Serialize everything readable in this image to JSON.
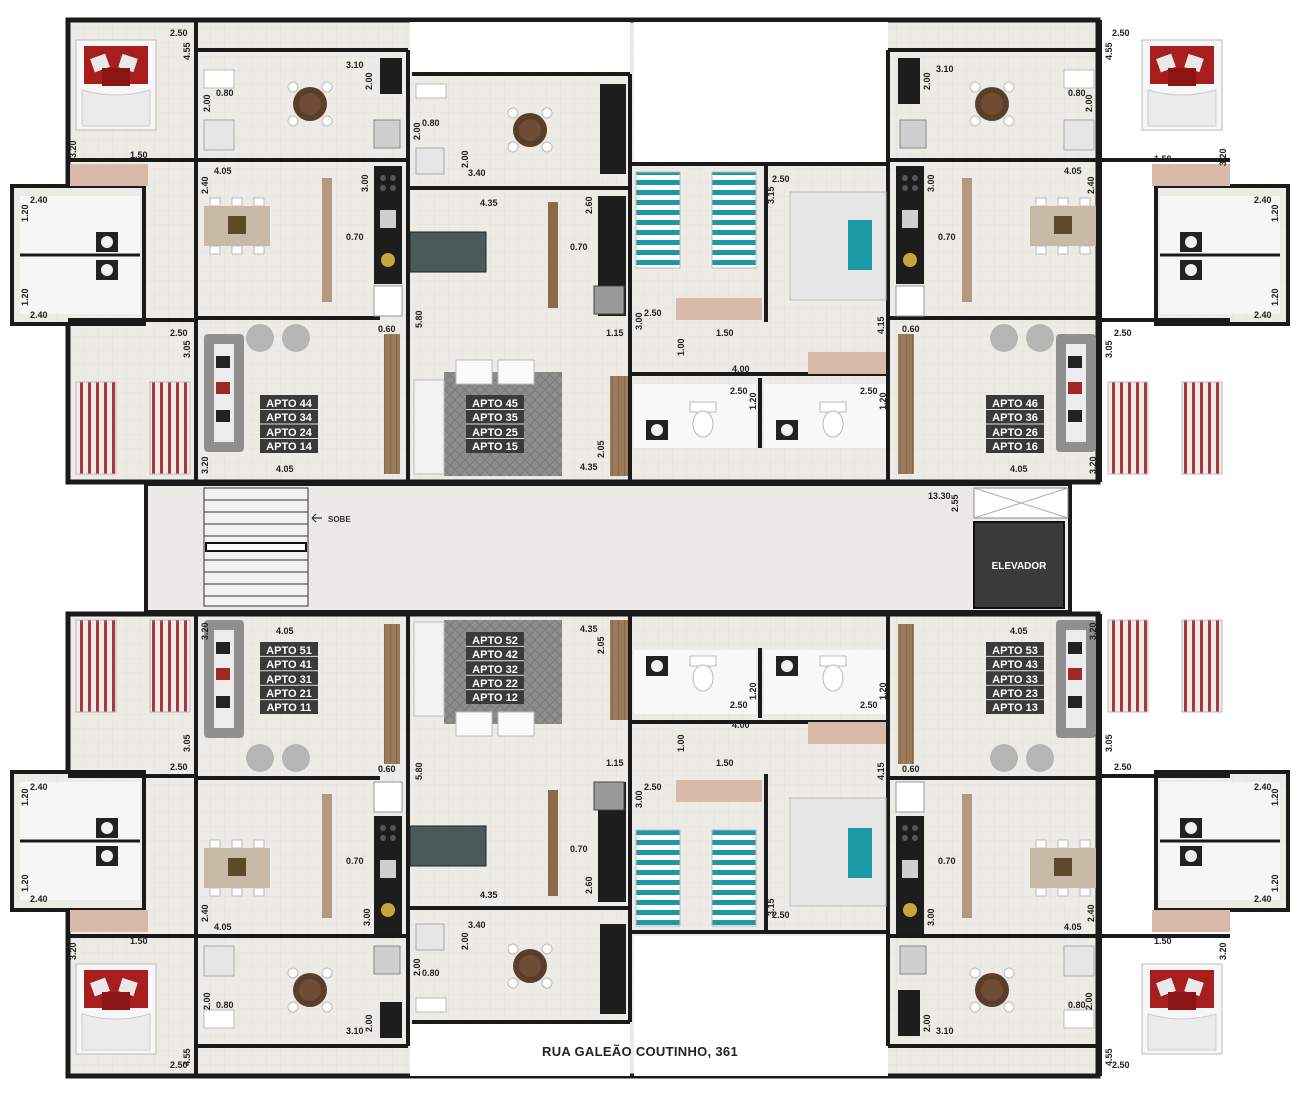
{
  "street_address": "RUA GALEÃO COUTINHO, 361",
  "corridor": {
    "stairs_label": "SOBE",
    "elevator_label": "ELEVADOR",
    "length_dim": "13.30",
    "width_dim": "2.55"
  },
  "apartments": {
    "top_left": [
      "APTO 44",
      "APTO 34",
      "APTO 24",
      "APTO 14"
    ],
    "top_center": [
      "APTO 45",
      "APTO 35",
      "APTO 25",
      "APTO 15"
    ],
    "top_right": [
      "APTO 46",
      "APTO 36",
      "APTO 26",
      "APTO 16"
    ],
    "bottom_center": [
      "APTO 52",
      "APTO 42",
      "APTO 32",
      "APTO 22",
      "APTO 12"
    ],
    "bottom_left": [
      "APTO 51",
      "APTO 41",
      "APTO 31",
      "APTO 21",
      "APTO 11"
    ],
    "bottom_right": [
      "APTO 53",
      "APTO 43",
      "APTO 33",
      "APTO 23",
      "APTO 13"
    ]
  },
  "dimensions": {
    "tl_bed_w": "2.50",
    "tl_bed_h": "4.55",
    "tl_bed_h2": "3.20",
    "tl_bed_w2": "1.50",
    "tl_service_w": "3.10",
    "tl_service_h": "2.00",
    "tl_wc_w": "0.80",
    "tl_wc_h": "2.00",
    "tl_kitchen_w": "4.05",
    "tl_kitchen_h": "2.40",
    "tl_kitchen_h2": "3.00",
    "tl_bar": "0.70",
    "tl_bath_w": "2.40",
    "tl_bath_h": "1.20",
    "tl_bath_w2": "2.40",
    "tl_bath_h2": "1.20",
    "tl_bed2_w": "2.50",
    "tl_bed2_h": "3.05",
    "tl_bed2_h2": "3.20",
    "tl_living_w": "4.05",
    "tl_wall": "0.60",
    "tc_service_w": "0.80",
    "tc_service_h": "2.00",
    "tc_service_h2": "2.00",
    "tc_service_w2": "3.40",
    "tc_kitchen_w": "4.35",
    "tc_kitchen_h": "2.60",
    "tc_bar": "0.70",
    "tc_living_h": "5.80",
    "tc_living_w": "4.35",
    "tc_hall": "2.05",
    "tc_hall2": "1.15",
    "tr_kids_w": "3.00",
    "tr_kids_h": "2.50",
    "tr_master_w": "2.50",
    "tr_master_h": "3.15",
    "tr_wardrobe": "1.50",
    "tr_corr": "1.00",
    "tr_corr_w": "4.00",
    "tr_master_h2": "4.15",
    "tr_bath1_w": "2.50",
    "tr_bath1_h": "1.20",
    "tr_bath2_w": "2.50",
    "tr_bath2_h": "1.20"
  }
}
